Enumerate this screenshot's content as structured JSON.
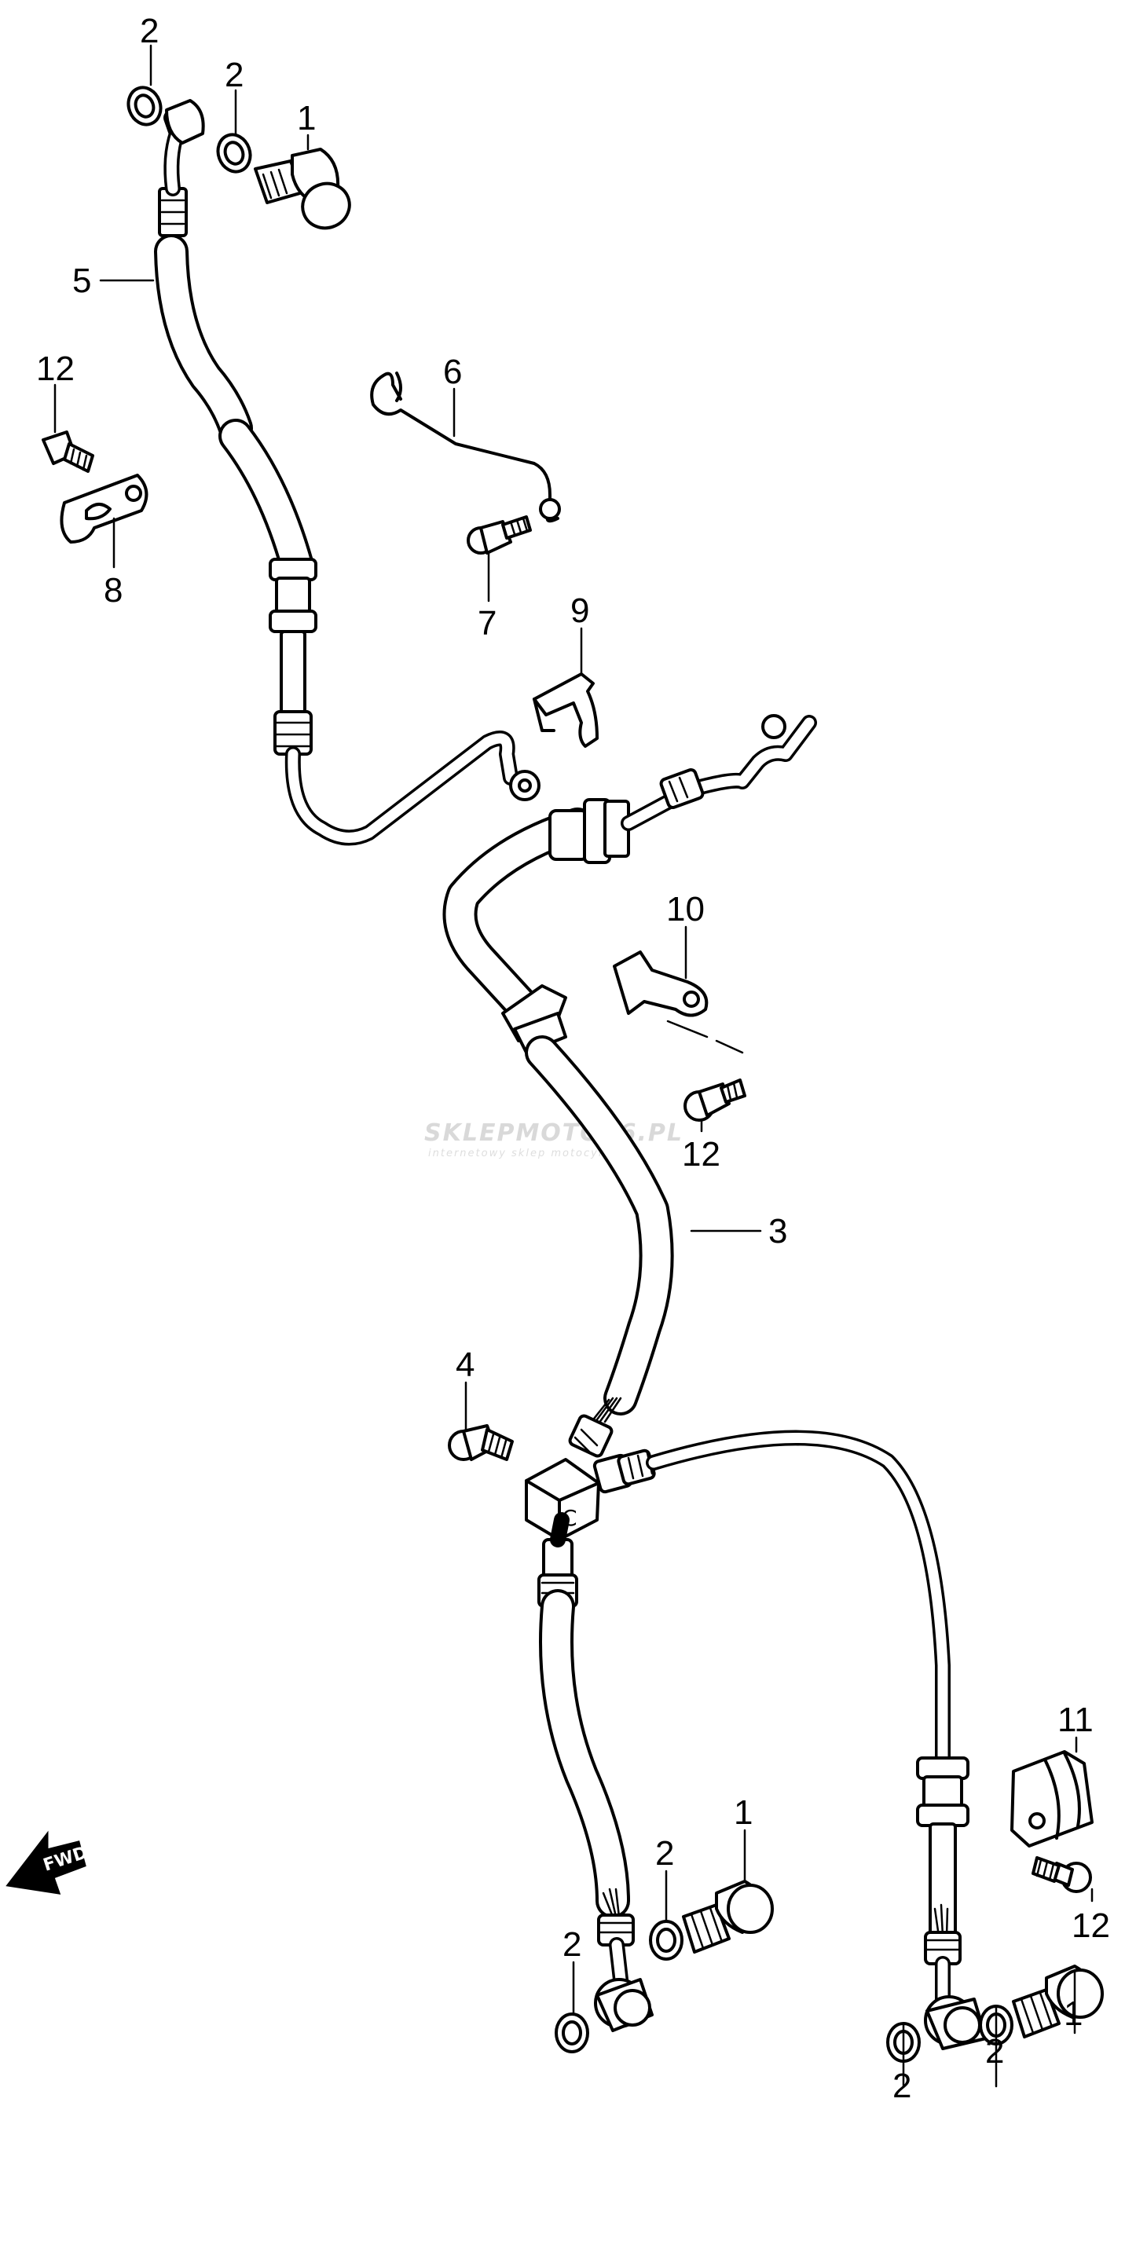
{
  "callouts": [
    {
      "id": "c-2-top-left",
      "label": "2"
    },
    {
      "id": "c-2-top",
      "label": "2"
    },
    {
      "id": "c-1-top",
      "label": "1"
    },
    {
      "id": "c-5",
      "label": "5"
    },
    {
      "id": "c-6",
      "label": "6"
    },
    {
      "id": "c-12-left",
      "label": "12"
    },
    {
      "id": "c-8",
      "label": "8"
    },
    {
      "id": "c-7",
      "label": "7"
    },
    {
      "id": "c-9",
      "label": "9"
    },
    {
      "id": "c-10",
      "label": "10"
    },
    {
      "id": "c-12-mid",
      "label": "12"
    },
    {
      "id": "c-3",
      "label": "3"
    },
    {
      "id": "c-4",
      "label": "4"
    },
    {
      "id": "c-11",
      "label": "11"
    },
    {
      "id": "c-1-mid",
      "label": "1"
    },
    {
      "id": "c-2-mid-right",
      "label": "2"
    },
    {
      "id": "c-2-mid-left",
      "label": "2"
    },
    {
      "id": "c-12-right",
      "label": "12"
    },
    {
      "id": "c-1-bottom",
      "label": "1"
    },
    {
      "id": "c-2-bottom-right",
      "label": "2"
    },
    {
      "id": "c-2-bottom-left",
      "label": "2"
    }
  ],
  "watermark": {
    "brand": "SKLEPMOTO66.PL",
    "tagline": "internetowy sklep motocyklowy"
  },
  "direction_marker": {
    "text": "FWD"
  },
  "joint_marker": {
    "text": "C"
  }
}
